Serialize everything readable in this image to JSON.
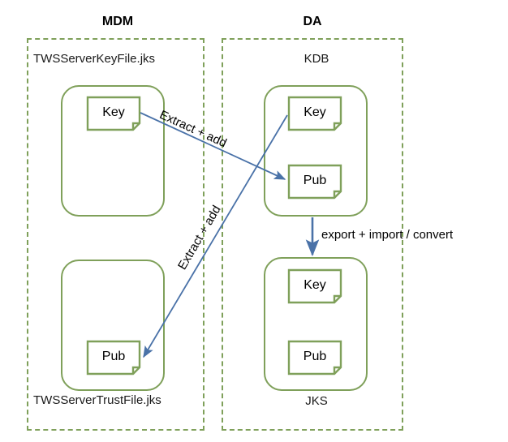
{
  "diagram": {
    "title_mdm": "MDM",
    "title_da": "DA",
    "accent_green": "#7fa05a",
    "accent_blue": "#4a72a8",
    "text_color": "#000000"
  },
  "zones": [
    {
      "id": "mdm",
      "label": "MDM"
    },
    {
      "id": "da",
      "label": "DA"
    }
  ],
  "stores": [
    {
      "id": "tws-keyfile",
      "label": "TWSServerKeyFile.jks",
      "label_position": "top",
      "notes": [
        {
          "id": "mdm-key",
          "label": "Key"
        }
      ]
    },
    {
      "id": "tws-trustfile",
      "label": "TWSServerTrustFile.jks",
      "label_position": "bottom",
      "notes": [
        {
          "id": "mdm-pub",
          "label": "Pub"
        }
      ]
    },
    {
      "id": "kdb",
      "label": "KDB",
      "label_position": "top",
      "notes": [
        {
          "id": "kdb-key",
          "label": "Key"
        },
        {
          "id": "kdb-pub",
          "label": "Pub"
        }
      ]
    },
    {
      "id": "jks",
      "label": "JKS",
      "label_position": "bottom",
      "notes": [
        {
          "id": "jks-key",
          "label": "Key"
        },
        {
          "id": "jks-pub",
          "label": "Pub"
        }
      ]
    }
  ],
  "edges": [
    {
      "id": "mdm-key-to-kdb-pub",
      "label": "Extract + add",
      "from": "mdm-key",
      "to": "kdb-pub"
    },
    {
      "id": "kdb-key-to-mdm-pub",
      "label": "Extract + add",
      "from": "kdb-key",
      "to": "mdm-pub"
    },
    {
      "id": "kdb-to-jks",
      "label": "export + import / convert",
      "from": "kdb",
      "to": "jks"
    }
  ]
}
